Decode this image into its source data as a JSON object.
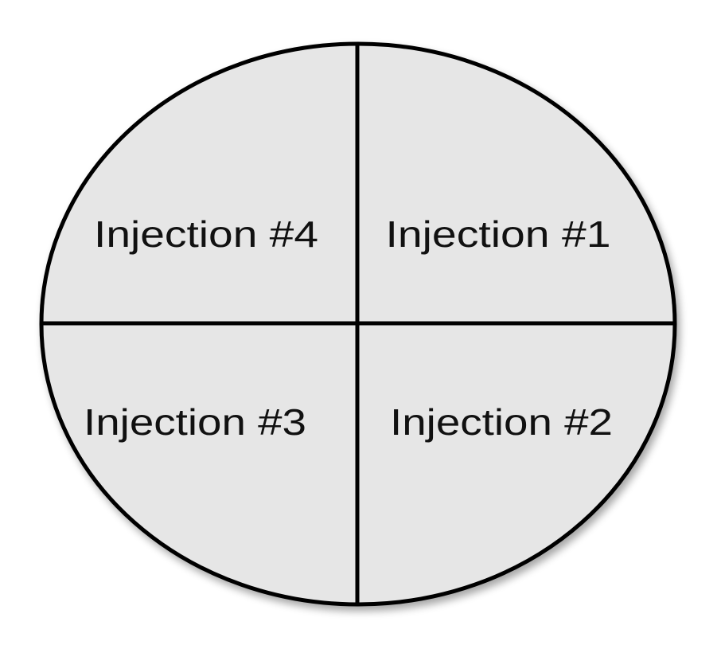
{
  "diagram": {
    "type": "quadrant-oval",
    "colors": {
      "fill": "#e6e6e6",
      "stroke": "#000000",
      "text": "#111111",
      "background": "#ffffff"
    },
    "quadrants": {
      "top_left": {
        "label": "Injection #4"
      },
      "top_right": {
        "label": "Injection #1"
      },
      "bottom_left": {
        "label": "Injection #3"
      },
      "bottom_right": {
        "label": "Injection #2"
      }
    }
  }
}
